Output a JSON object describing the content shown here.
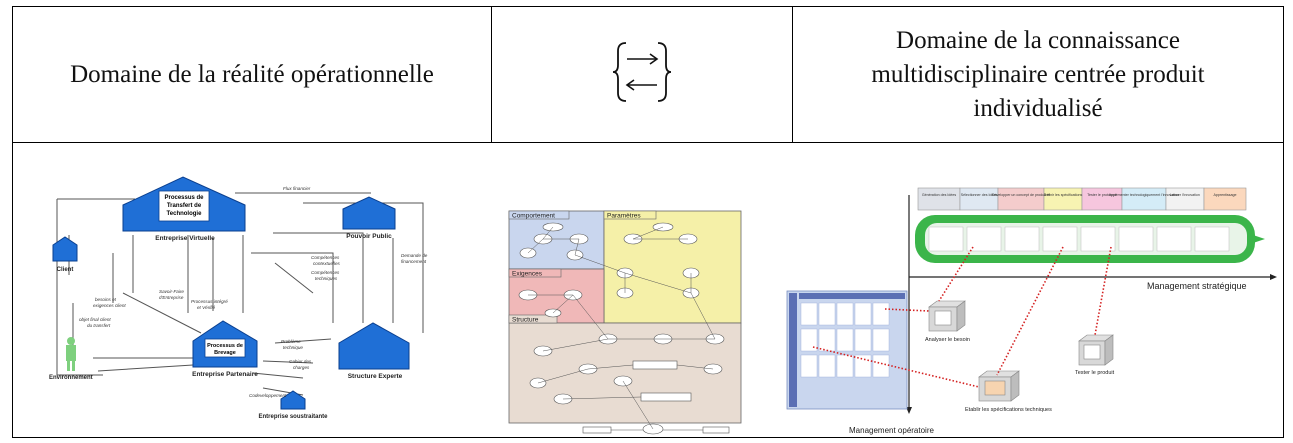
{
  "header": {
    "left": "Domaine de la réalité opérationnelle",
    "middle_symbol": "{→ ←}",
    "right_line1": "Domaine de la connaissance",
    "right_line2": "multidisciplinaire centrée produit",
    "right_line3": "individualisé"
  },
  "fig1": {
    "transfert_box": "Processus de\nTransfert de\nTechnologie",
    "transfert_l1": "Processus de",
    "transfert_l2": "Transfert de",
    "transfert_l3": "Technologie",
    "entreprise_virtuelle": "Entreprise Virtuelle",
    "pouvoir_public": "Pouvoir Public",
    "client": "Client",
    "environnement": "Environnement",
    "brevage_l1": "Processus de",
    "brevage_l2": "Brevage",
    "entreprise_partenaire": "Entreprise Partenaire",
    "structure_experte": "Structure Experte",
    "entreprise_soustraitante": "Entreprise soustraitante",
    "flux_financier": "Flux financier",
    "competences1": "Compétences",
    "contextuelles": "contextuelles",
    "competences2": "Compétences",
    "techniques": "techniques",
    "demande_financement": "Demande de",
    "financement": "financement",
    "savoir_faire": "Savoir-Faire",
    "dentreprise": "d'Entreprise",
    "processus_integre": "Processus intégré",
    "et_verifie": "et Vérifié",
    "besoins": "besoins et",
    "exigences_client": "exigences client",
    "objet_final": "objet final client",
    "du_transfert": "du transfert",
    "probleme_technique": "Problème",
    "technique": "technique",
    "cahier_des": "Cahier des",
    "charges": "charges",
    "codeveloppement": "Codeveloppement"
  },
  "fig2": {
    "comportement": "Comportement",
    "parametres": "Paramètres",
    "exigences": "Exigences",
    "structure": "Structure"
  },
  "fig3": {
    "phases": [
      "Génération des Idées",
      "Sélectionner des Idées",
      "Développer un concept de produit et",
      "Définir les spécifications",
      "Tester le prototype",
      "Implémenter technologiquement l'innovation",
      "Lancer l'innovation",
      "Apprentissage"
    ],
    "management_strategique": "Management stratégique",
    "management_operatoire": "Management opératoire",
    "analyser_besoin": "Analyser le besoin",
    "tester_produit": "Tester le produit",
    "etablir_specs": "Etablir les spécifications techniques"
  },
  "colors": {
    "blue_shape": "#1f6fd6",
    "green_pipe": "#3bb54a",
    "red_dots": "#d42020",
    "panel_blue": "#c9d6ee",
    "panel_yellow": "#f5f0a8",
    "panel_red": "#f0b8b8",
    "panel_brown": "#e8dcd2"
  }
}
